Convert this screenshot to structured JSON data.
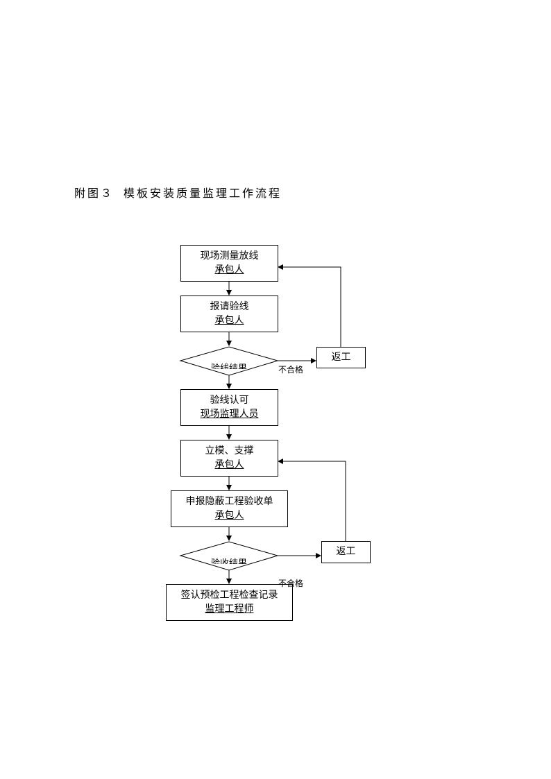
{
  "caption": {
    "figure_no": "附图３",
    "title": "模板安装质量监理工作流程"
  },
  "nodes": {
    "survey": {
      "title": "现场测量放线",
      "role": "承包人"
    },
    "request": {
      "title": "报请验线",
      "role": "承包人"
    },
    "check1": {
      "label": "验线结果"
    },
    "approve": {
      "title": "验线认可",
      "role": "现场监理人员"
    },
    "formwork": {
      "title": "立模、支撑",
      "role": "承包人"
    },
    "declare": {
      "title": "申报隐蔽工程验收单",
      "role": "承包人"
    },
    "check2": {
      "label": "验收结果"
    },
    "sign": {
      "title": "签认预检工程检查记录",
      "role": "监理工程师"
    }
  },
  "rework1": {
    "label": "返工",
    "fail": "不合格"
  },
  "rework2": {
    "label": "返工",
    "fail": "不合格"
  }
}
